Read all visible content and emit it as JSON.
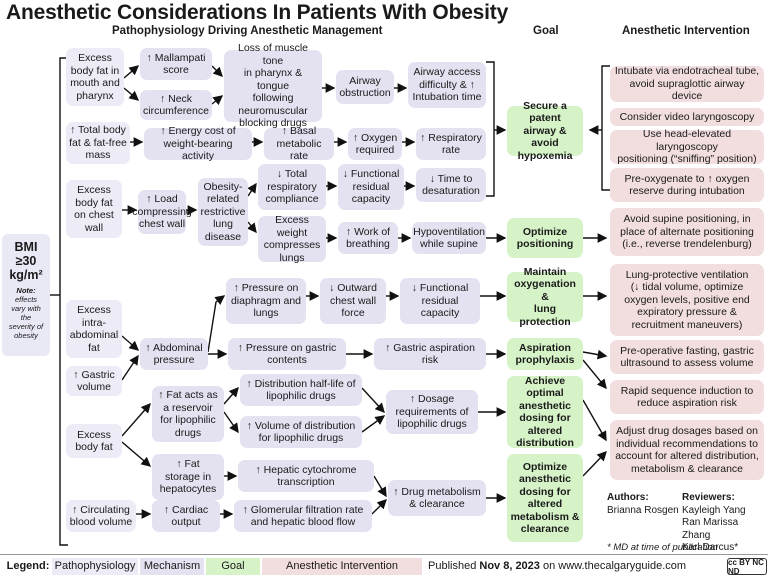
{
  "header": {
    "title": "Anesthetic Considerations In Patients With Obesity",
    "subtitle": "Pathophysiology Driving Anesthetic Management",
    "goal_header": "Goal",
    "intervention_header": "Anesthetic Intervention"
  },
  "bmi": {
    "label": "BMI\n≥30\nkg/m²",
    "note_label": "Note:",
    "note": "effects\nvary with\nthe\nseverity of\nobesity"
  },
  "pathophysiology": {
    "fat_mouth": "Excess\nbody fat in\nmouth and\npharynx",
    "total_body_fat": "↑ Total body\nfat & fat-free\nmass",
    "fat_chest": "Excess\nbody fat\non chest\nwall",
    "intra_abdominal": "Excess\nintra-\nabdominal\nfat",
    "gastric_volume": "↑ Gastric\nvolume",
    "excess_body_fat": "Excess\nbody fat",
    "circulating_volume": "↑ Circulating\nblood volume"
  },
  "mechanism": {
    "mallampati": "↑ Mallampati\nscore",
    "neck": "↑ Neck\ncircumference",
    "muscle_tone": "Loss of muscle tone\nin pharynx & tongue\nfollowing\nneuromuscular\nblocking drugs",
    "airway_obstruction": "Airway\nobstruction",
    "airway_access": "Airway access\ndifficulty & ↑\nIntubation time",
    "energy_cost": "↑ Energy cost of\nweight-bearing activity",
    "basal_metabolic": "↑ Basal\nmetabolic rate",
    "oxygen_required": "↑ Oxygen\nrequired",
    "respiratory_rate": "↑ Respiratory\nrate",
    "load_chest": "↑ Load\ncompressing\nchest wall",
    "restrictive": "Obesity-\nrelated\nrestrictive\nlung\ndisease",
    "total_compliance": "↓ Total\nrespiratory\ncompliance",
    "functional_residual_1": "↓ Functional\nresidual\ncapacity",
    "time_desaturation": "↓ Time to\ndesaturation",
    "compresses_lungs": "Excess weight\ncompresses\nlungs",
    "work_breathing": "↑ Work of\nbreathing",
    "hypoventilation": "Hypoventilation\nwhile supine",
    "pressure_diaphragm": "↑ Pressure on\ndiaphragm and\nlungs",
    "outward_chest": "↓ Outward\nchest wall\nforce",
    "functional_residual_2": "↓ Functional\nresidual\ncapacity",
    "abdominal_pressure": "↑ Abdominal\npressure",
    "pressure_gastric": "↑ Pressure on gastric\ncontents",
    "gastric_aspiration": "↑ Gastric aspiration\nrisk",
    "fat_reservoir": "↑ Fat acts as\na reservoir\nfor lipophilic\ndrugs",
    "distribution_halflife": "↑ Distribution half-life of\nlipophilic drugs",
    "volume_distribution": "↑ Volume of distribution\nfor lipophilic drugs",
    "dosage_requirements": "↑ Dosage\nrequirements of\nlipophilic drugs",
    "fat_storage": "↑ Fat\nstorage in\nhepatocytes",
    "hepatic_cyp": "↑ Hepatic cytochrome\ntranscription",
    "cardiac_output": "↑ Cardiac\noutput",
    "glomerular": "↑ Glomerular filtration rate\nand hepatic blood flow",
    "drug_metabolism": "↑ Drug metabolism\n& clearance"
  },
  "goals": {
    "airway": "Secure a patent\nairway & avoid\nhypoxemia",
    "positioning": "Optimize\npositioning",
    "oxygenation": "Maintain\noxygenation &\nlung protection",
    "aspiration": "Aspiration\nprophylaxis",
    "dosing": "Achieve optimal\nanesthetic\ndosing for\naltered\ndistribution",
    "metabolism": "Optimize\nanesthetic\ndosing for\naltered\nmetabolism &\nclearance"
  },
  "interventions": {
    "intubate": "Intubate via endotracheal tube,\navoid supraglottic airway device",
    "video": "Consider video laryngoscopy",
    "head_elevated": "Use head-elevated laryngoscopy\npositioning (“sniffing” position)",
    "preoxygenate": "Pre-oxygenate to ↑ oxygen\nreserve during intubation",
    "avoid_supine": "Avoid supine positioning, in\nplace of alternate positioning\n(i.e., reverse trendelenburg)",
    "lung_protective": "Lung-protective ventilation\n(↓ tidal volume, optimize\noxygen levels, positive end\nexpiratory pressure &\nrecruitment maneuvers)",
    "fasting": "Pre-operative fasting, gastric\nultrasound to assess volume",
    "rapid_sequence": "Rapid sequence induction to\nreduce aspiration risk",
    "adjust_dosages": "Adjust drug dosages based on\nindividual recommendations to\naccount for altered distribution,\nmetabolism & clearance"
  },
  "credits": {
    "authors_label": "Authors:",
    "authors": "Brianna Rosgen",
    "reviewers_label": "Reviewers:",
    "reviewers": "Kayleigh Yang\nRan Marissa Zhang\nKarl Darcus*",
    "md_note": "* MD at time of publication"
  },
  "legend": {
    "label": "Legend:",
    "patho": "Pathophysiology",
    "mech": "Mechanism",
    "goal": "Goal",
    "inter": "Anesthetic Intervention"
  },
  "publication": {
    "prefix": "Published ",
    "date": "Nov 8, 2023",
    "suffix": " on www.thecalgaryguide.com"
  },
  "license": "cc BY NC ND",
  "colors": {
    "pathophysiology": "#ecebf6",
    "mechanism": "#e4e2f1",
    "goal": "#d6f3c8",
    "intervention": "#f2dede"
  }
}
